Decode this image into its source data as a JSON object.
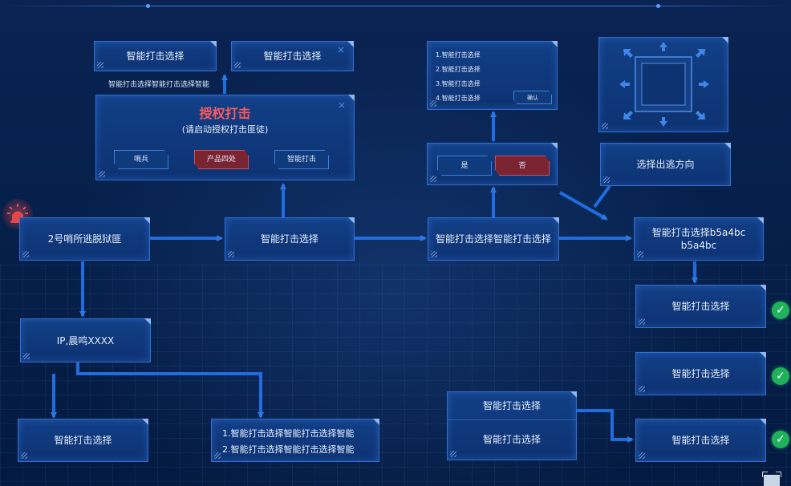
{
  "nodes": {
    "top_left_1": "智能打击选择",
    "top_left_2": "智能打击选择",
    "floating_label": "智能打击选择智能打击选择智能",
    "auth_title": "授权打击",
    "auth_subtitle": "(请启动授权打击匪徒)",
    "auth_buttons": [
      "哨兵",
      "产品四处",
      "智能打击"
    ],
    "source": "2号哨所逃脱狱匪",
    "middle_1": "智能打击选择",
    "middle_2": "智能打击选择智能打击选择",
    "right_top": "智能打击选择b5a4bc b5a4bc",
    "ip_node": "IP,晨鸣XXXX",
    "bottom_left": "智能打击选择",
    "bottom_list": [
      "1.智能打击选择智能打击选择智能",
      "2.智能打击选择智能打击选择智能"
    ],
    "bottom_mid_1": "智能打击选择",
    "bottom_mid_2": "智能打击选择",
    "check_1": "智能打击选择",
    "check_2": "智能打击选择",
    "check_3": "智能打击选择",
    "choice_list": [
      "1.智能打击选择",
      "2.智能打击选择",
      "3.智能打击选择",
      "4.智能打击选择"
    ],
    "confirm": "确认",
    "yes": "是",
    "no": "否",
    "direction_node": "选择出逃方向"
  },
  "icons": {
    "alarm": "alarm-light-icon",
    "check": "check-circle-icon",
    "close": "close-icon",
    "direction": "direction-arrows-icon",
    "expand": "expand-icon"
  },
  "colors": {
    "accent": "#2f6fd0",
    "danger": "#e04a4a",
    "success": "#1fb25a",
    "background": "#041638"
  }
}
